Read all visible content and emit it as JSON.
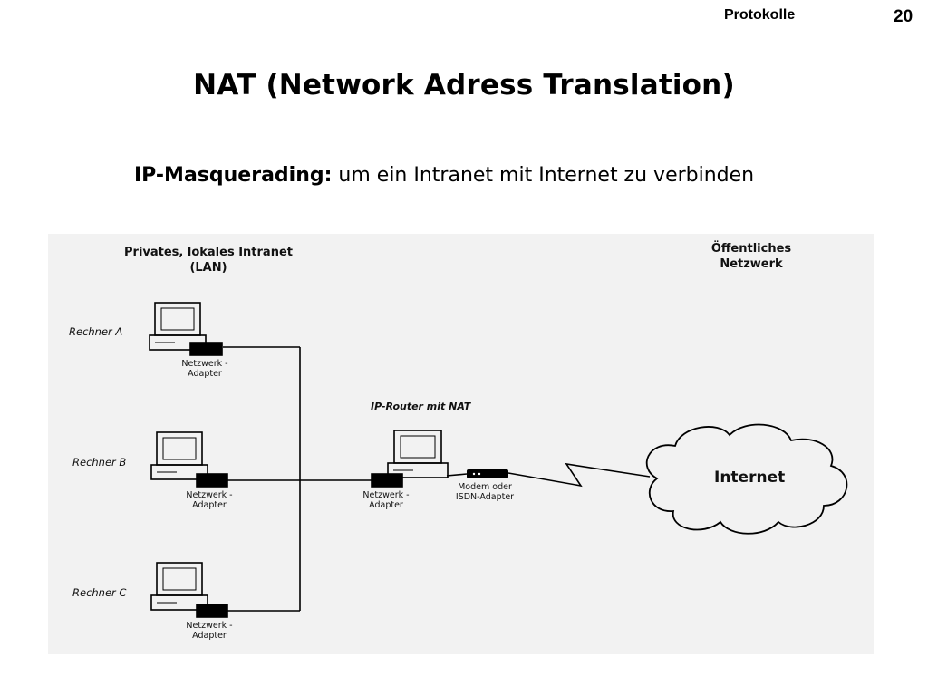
{
  "header": {
    "section": "Protokolle",
    "page_number": "20"
  },
  "title": "NAT (Network Adress Translation)",
  "subtitle": {
    "lead": "IP-Masquerading:",
    "text": " um ein Intranet mit Internet zu verbinden"
  },
  "diagram": {
    "lan_heading": "Privates, lokales Intranet (LAN)",
    "public_heading": "Öffentliches Netzwerk",
    "computers": [
      {
        "label": "Rechner A",
        "adapter": "Netzwerk -Adapter"
      },
      {
        "label": "Rechner B",
        "adapter": "Netzwerk -Adapter"
      },
      {
        "label": "Rechner C",
        "adapter": "Netzwerk -Adapter"
      }
    ],
    "router": {
      "label": "IP-Router mit NAT",
      "adapter": "Netzwerk -Adapter",
      "modem": "Modem oder ISDN-Adapter"
    },
    "cloud": "Internet"
  }
}
